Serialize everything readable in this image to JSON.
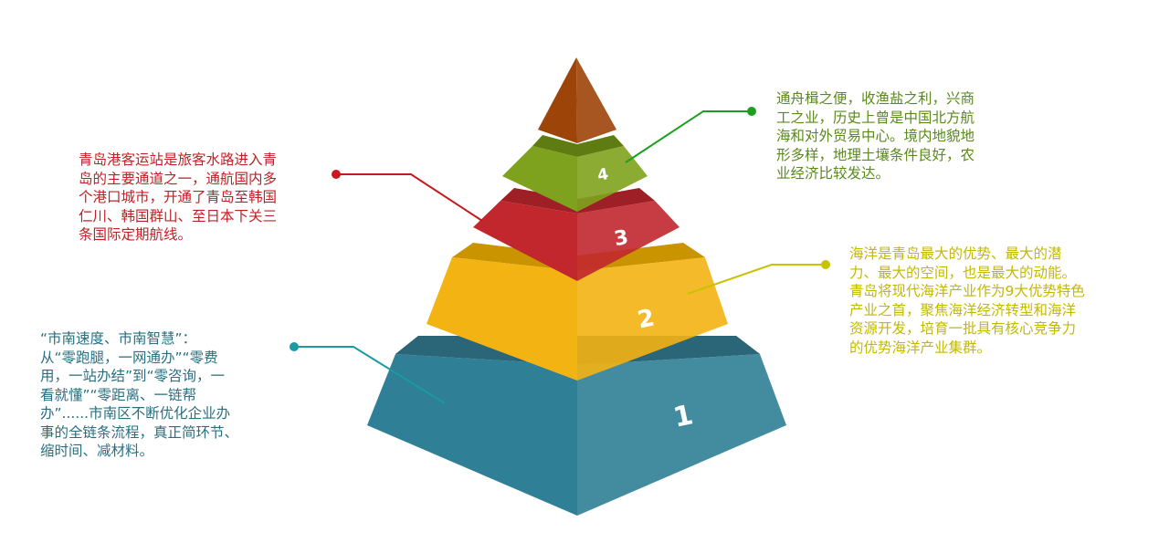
{
  "colors": {
    "tier1": "#2f7f96",
    "tier1_top": "#2b6678",
    "tier2": "#f3b312",
    "tier2_top": "#c99400",
    "tier3": "#c1272d",
    "tier3_top": "#9e1f25",
    "tier4": "#7ea21d",
    "tier4_top": "#5f7c12",
    "cap": "#9d4409",
    "text1": "#2a6f80",
    "text2": "#c3b900",
    "text3": "#c01f24",
    "text4": "#5a8a1a",
    "line1": "#1a9aa5",
    "line2": "#c9c200",
    "line3": "#c61a1f",
    "line4": "#1aa01e"
  },
  "tiers": [
    {
      "number": "1",
      "text": "“市南速度、市南智慧”：\n从“零跑腿，一网通办”“零费\n用，一站办结”到“零咨询，一\n看就懂”“零距离、一链帮\n办”......市南区不断优化企业办\n事的全链条流程，真正简环节、\n缩时间、减材料。"
    },
    {
      "number": "2",
      "text": "海洋是青岛最大的优势、最大的潜\n力、最大的空间，也是最大的动能。\n青岛将现代海洋产业作为9大优势特色\n产业之首，聚焦海洋经济转型和海洋\n资源开发，培育一批具有核心竞争力\n的优势海洋产业集群。"
    },
    {
      "number": "3",
      "text": "青岛港客运站是旅客水路进入青\n岛的主要通道之一，通航国内多\n个港口城市，开通了青岛至韩国\n仁川、韩国群山、至日本下关三\n条国际定期航线。"
    },
    {
      "number": "4",
      "text": "通舟楫之便，收渔盐之利，兴商\n工之业，历史上曾是中国北方航\n海和对外贸易中心。境内地貌地\n形多样，地理土壤条件良好，农\n业经济比较发达。"
    }
  ]
}
